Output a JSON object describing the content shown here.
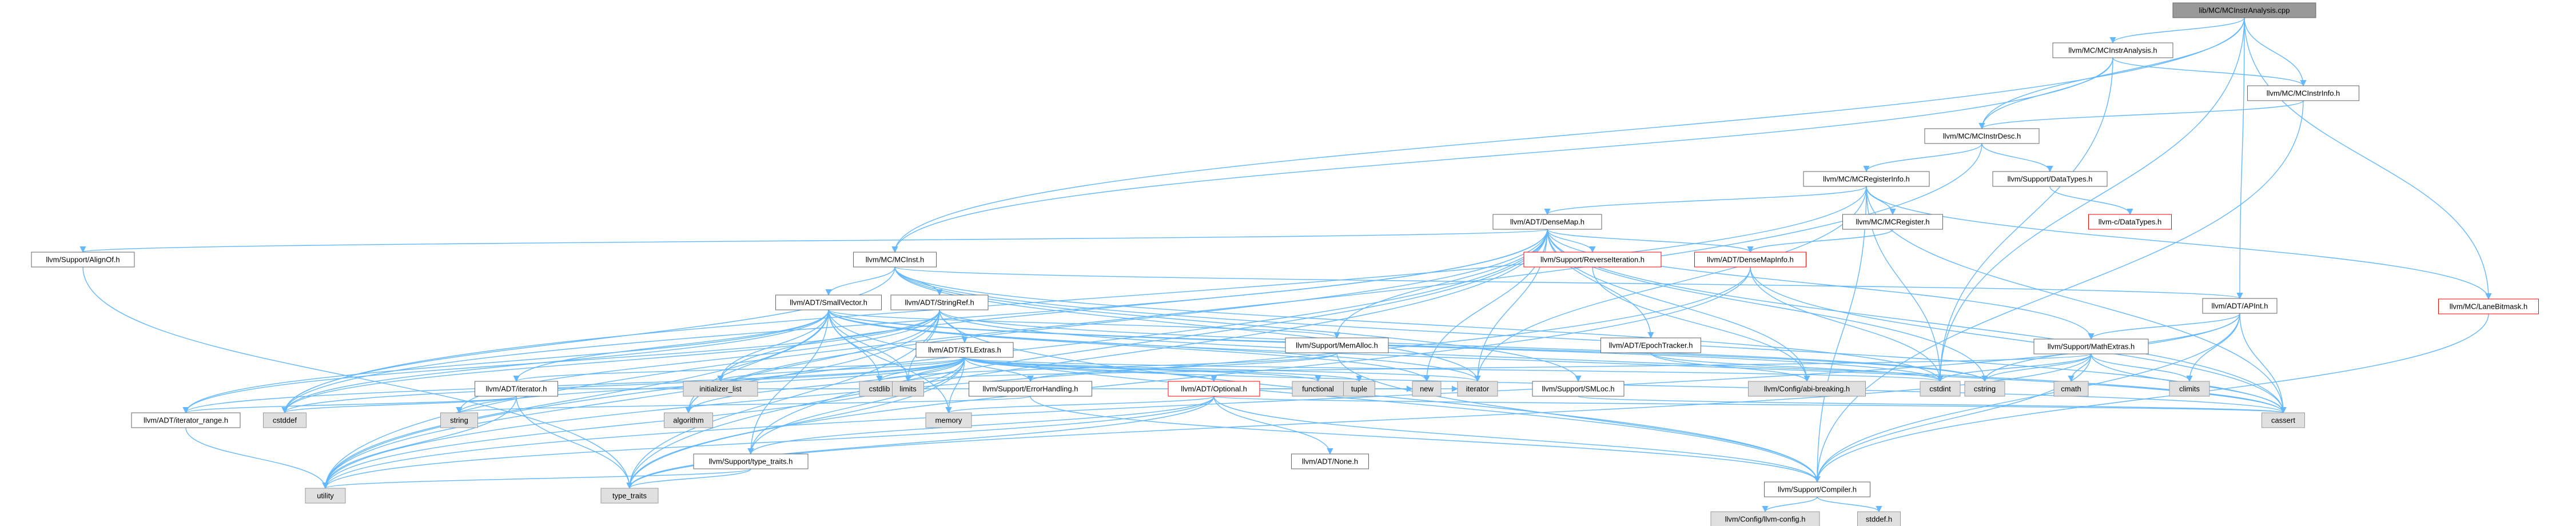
{
  "title": "lib/MC/MCInstrAnalysis.cpp",
  "colors": {
    "root_fill": "#999999",
    "node_fill": "#ffffff",
    "node_stroke": "#666666",
    "system_fill": "#e0e0e0",
    "system_stroke": "#999999",
    "truncated_stroke": "#ff0000",
    "truncated_text": "#ff0000",
    "edge": "#63b8ff"
  },
  "nodes": [
    {
      "id": "n0",
      "label": "lib/MC/MCInstrAnalysis.cpp",
      "kind": "root"
    },
    {
      "id": "n1",
      "label": "llvm/MC/MCInstrAnalysis.h",
      "kind": "file"
    },
    {
      "id": "n2",
      "label": "llvm/MC/MCInstrInfo.h",
      "kind": "file"
    },
    {
      "id": "n3",
      "label": "llvm/MC/MCInstrDesc.h",
      "kind": "file"
    },
    {
      "id": "n4",
      "label": "llvm/MC/MCRegisterInfo.h",
      "kind": "file"
    },
    {
      "id": "n5",
      "label": "llvm/Support/DataTypes.h",
      "kind": "file"
    },
    {
      "id": "n6",
      "label": "llvm-c/DataTypes.h",
      "kind": "truncated"
    },
    {
      "id": "n7",
      "label": "llvm/ADT/DenseMap.h",
      "kind": "file"
    },
    {
      "id": "n8",
      "label": "llvm/MC/MCRegister.h",
      "kind": "file"
    },
    {
      "id": "n9",
      "label": "llvm/MC/LaneBitmask.h",
      "kind": "truncated"
    },
    {
      "id": "n10",
      "label": "llvm/Support/AlignOf.h",
      "kind": "file"
    },
    {
      "id": "n11",
      "label": "llvm/MC/MCInst.h",
      "kind": "file"
    },
    {
      "id": "n12",
      "label": "llvm/Support/ReverseIteration.h",
      "kind": "truncated"
    },
    {
      "id": "n13",
      "label": "llvm/ADT/DenseMapInfo.h",
      "kind": "truncated"
    },
    {
      "id": "n14",
      "label": "llvm/ADT/SmallVector.h",
      "kind": "file"
    },
    {
      "id": "n15",
      "label": "llvm/ADT/StringRef.h",
      "kind": "file"
    },
    {
      "id": "n16",
      "label": "llvm/ADT/APInt.h",
      "kind": "file"
    },
    {
      "id": "n17",
      "label": "llvm/Support/MemAlloc.h",
      "kind": "file"
    },
    {
      "id": "n18",
      "label": "llvm/ADT/EpochTracker.h",
      "kind": "file"
    },
    {
      "id": "n19",
      "label": "llvm/Support/MathExtras.h",
      "kind": "file"
    },
    {
      "id": "n20",
      "label": "llvm/ADT/STLExtras.h",
      "kind": "file"
    },
    {
      "id": "n21",
      "label": "llvm/ADT/iterator.h",
      "kind": "file"
    },
    {
      "id": "n22",
      "label": "initializer_list",
      "kind": "system"
    },
    {
      "id": "n23",
      "label": "cstdlib",
      "kind": "system"
    },
    {
      "id": "n24",
      "label": "limits",
      "kind": "system"
    },
    {
      "id": "n25",
      "label": "llvm/Support/ErrorHandling.h",
      "kind": "file"
    },
    {
      "id": "n26",
      "label": "functional",
      "kind": "system"
    },
    {
      "id": "n27",
      "label": "tuple",
      "kind": "system"
    },
    {
      "id": "n28",
      "label": "llvm/ADT/Optional.h",
      "kind": "truncated"
    },
    {
      "id": "n29",
      "label": "llvm/Support/SMLoc.h",
      "kind": "file"
    },
    {
      "id": "n30",
      "label": "llvm/Config/abi-breaking.h",
      "kind": "system"
    },
    {
      "id": "n31",
      "label": "cstdint",
      "kind": "system"
    },
    {
      "id": "n32",
      "label": "cstring",
      "kind": "system"
    },
    {
      "id": "n33",
      "label": "cmath",
      "kind": "system"
    },
    {
      "id": "n34",
      "label": "climits",
      "kind": "system"
    },
    {
      "id": "n35",
      "label": "llvm/ADT/iterator_range.h",
      "kind": "file"
    },
    {
      "id": "n36",
      "label": "cstddef",
      "kind": "system"
    },
    {
      "id": "n37",
      "label": "string",
      "kind": "system"
    },
    {
      "id": "n38",
      "label": "algorithm",
      "kind": "system"
    },
    {
      "id": "n39",
      "label": "memory",
      "kind": "system"
    },
    {
      "id": "n40",
      "label": "llvm/Support/type_traits.h",
      "kind": "file"
    },
    {
      "id": "n41",
      "label": "llvm/ADT/None.h",
      "kind": "file"
    },
    {
      "id": "n42",
      "label": "new",
      "kind": "system"
    },
    {
      "id": "n43",
      "label": "iterator",
      "kind": "system"
    },
    {
      "id": "n44",
      "label": "cassert",
      "kind": "system"
    },
    {
      "id": "n45",
      "label": "utility",
      "kind": "system"
    },
    {
      "id": "n46",
      "label": "type_traits",
      "kind": "system"
    },
    {
      "id": "n47",
      "label": "llvm/Support/Compiler.h",
      "kind": "file"
    },
    {
      "id": "n48",
      "label": "llvm/Config/llvm-config.h",
      "kind": "system"
    },
    {
      "id": "n49",
      "label": "stddef.h",
      "kind": "system"
    }
  ],
  "edges": [
    [
      "n0",
      "n1"
    ],
    [
      "n0",
      "n2"
    ],
    [
      "n0",
      "n3"
    ],
    [
      "n0",
      "n11"
    ],
    [
      "n0",
      "n16"
    ],
    [
      "n0",
      "n31"
    ],
    [
      "n0",
      "n9"
    ],
    [
      "n1",
      "n2"
    ],
    [
      "n1",
      "n3"
    ],
    [
      "n1",
      "n11"
    ],
    [
      "n1",
      "n31"
    ],
    [
      "n2",
      "n3"
    ],
    [
      "n2",
      "n47"
    ],
    [
      "n3",
      "n4"
    ],
    [
      "n3",
      "n5"
    ],
    [
      "n3",
      "n45"
    ],
    [
      "n4",
      "n7"
    ],
    [
      "n4",
      "n8"
    ],
    [
      "n4",
      "n9"
    ],
    [
      "n4",
      "n31"
    ],
    [
      "n4",
      "n44"
    ],
    [
      "n4",
      "n47"
    ],
    [
      "n4",
      "n43"
    ],
    [
      "n4",
      "n36"
    ],
    [
      "n5",
      "n6"
    ],
    [
      "n7",
      "n10"
    ],
    [
      "n7",
      "n12"
    ],
    [
      "n7",
      "n13"
    ],
    [
      "n7",
      "n18"
    ],
    [
      "n7",
      "n17"
    ],
    [
      "n7",
      "n19"
    ],
    [
      "n7",
      "n40"
    ],
    [
      "n7",
      "n38"
    ],
    [
      "n7",
      "n22"
    ],
    [
      "n7",
      "n44"
    ],
    [
      "n7",
      "n36"
    ],
    [
      "n7",
      "n43"
    ],
    [
      "n7",
      "n42"
    ],
    [
      "n7",
      "n45"
    ],
    [
      "n7",
      "n46"
    ],
    [
      "n7",
      "n30"
    ],
    [
      "n7",
      "n32"
    ],
    [
      "n8",
      "n13"
    ],
    [
      "n9",
      "n47"
    ],
    [
      "n10",
      "n46"
    ],
    [
      "n11",
      "n14"
    ],
    [
      "n11",
      "n15"
    ],
    [
      "n11",
      "n16"
    ],
    [
      "n11",
      "n29"
    ],
    [
      "n11",
      "n44"
    ],
    [
      "n11",
      "n36"
    ],
    [
      "n11",
      "n31"
    ],
    [
      "n11",
      "n43"
    ],
    [
      "n12",
      "n30"
    ],
    [
      "n13",
      "n44"
    ],
    [
      "n13",
      "n31"
    ],
    [
      "n13",
      "n46"
    ],
    [
      "n13",
      "n45"
    ],
    [
      "n14",
      "n21"
    ],
    [
      "n14",
      "n35"
    ],
    [
      "n14",
      "n17"
    ],
    [
      "n14",
      "n47"
    ],
    [
      "n14",
      "n40"
    ],
    [
      "n14",
      "n38"
    ],
    [
      "n14",
      "n44"
    ],
    [
      "n14",
      "n36"
    ],
    [
      "n14",
      "n23"
    ],
    [
      "n14",
      "n22"
    ],
    [
      "n14",
      "n24"
    ],
    [
      "n14",
      "n39"
    ],
    [
      "n14",
      "n42"
    ],
    [
      "n14",
      "n45"
    ],
    [
      "n14",
      "n32"
    ],
    [
      "n14",
      "n31"
    ],
    [
      "n14",
      "n43"
    ],
    [
      "n15",
      "n20"
    ],
    [
      "n15",
      "n35"
    ],
    [
      "n15",
      "n47"
    ],
    [
      "n15",
      "n38"
    ],
    [
      "n15",
      "n44"
    ],
    [
      "n15",
      "n36"
    ],
    [
      "n15",
      "n24"
    ],
    [
      "n15",
      "n37"
    ],
    [
      "n15",
      "n46"
    ],
    [
      "n15",
      "n45"
    ],
    [
      "n15",
      "n32"
    ],
    [
      "n16",
      "n19"
    ],
    [
      "n16",
      "n47"
    ],
    [
      "n16",
      "n44"
    ],
    [
      "n16",
      "n34"
    ],
    [
      "n16",
      "n32"
    ],
    [
      "n16",
      "n45"
    ],
    [
      "n17",
      "n25"
    ],
    [
      "n17",
      "n47"
    ],
    [
      "n17",
      "n23"
    ],
    [
      "n18",
      "n30"
    ],
    [
      "n18",
      "n31"
    ],
    [
      "n19",
      "n47"
    ],
    [
      "n19",
      "n44"
    ],
    [
      "n19",
      "n33"
    ],
    [
      "n19",
      "n34"
    ],
    [
      "n19",
      "n31"
    ],
    [
      "n19",
      "n32"
    ],
    [
      "n19",
      "n24"
    ],
    [
      "n19",
      "n46"
    ],
    [
      "n20",
      "n21"
    ],
    [
      "n20",
      "n35"
    ],
    [
      "n20",
      "n25"
    ],
    [
      "n20",
      "n28"
    ],
    [
      "n20",
      "n40"
    ],
    [
      "n20",
      "n38"
    ],
    [
      "n20",
      "n44"
    ],
    [
      "n20",
      "n36"
    ],
    [
      "n20",
      "n23"
    ],
    [
      "n20",
      "n26"
    ],
    [
      "n20",
      "n22"
    ],
    [
      "n20",
      "n43"
    ],
    [
      "n20",
      "n24"
    ],
    [
      "n20",
      "n39"
    ],
    [
      "n20",
      "n27"
    ],
    [
      "n20",
      "n46"
    ],
    [
      "n20",
      "n45"
    ],
    [
      "n20",
      "n37"
    ],
    [
      "n20",
      "n31"
    ],
    [
      "n21",
      "n35"
    ],
    [
      "n21",
      "n36"
    ],
    [
      "n21",
      "n43"
    ],
    [
      "n21",
      "n46"
    ],
    [
      "n21",
      "n45"
    ],
    [
      "n25",
      "n47"
    ],
    [
      "n25",
      "n37"
    ],
    [
      "n28",
      "n41"
    ],
    [
      "n28",
      "n47"
    ],
    [
      "n28",
      "n40"
    ],
    [
      "n28",
      "n44"
    ],
    [
      "n28",
      "n39"
    ],
    [
      "n28",
      "n42"
    ],
    [
      "n28",
      "n45"
    ],
    [
      "n28",
      "n46"
    ],
    [
      "n29",
      "n44"
    ],
    [
      "n35",
      "n45"
    ],
    [
      "n40",
      "n46"
    ],
    [
      "n40",
      "n45"
    ],
    [
      "n47",
      "n48"
    ],
    [
      "n47",
      "n49"
    ]
  ]
}
